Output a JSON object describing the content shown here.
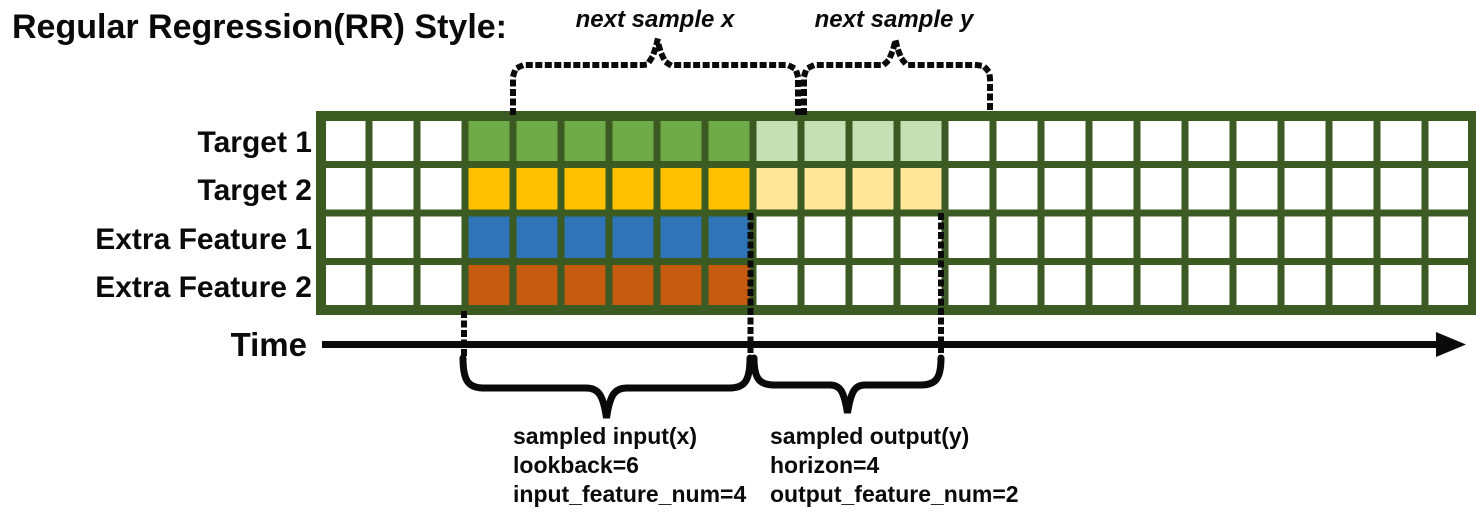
{
  "title": "Regular Regression(RR) Style:",
  "colors": {
    "grid_line": "#3C5B22",
    "empty_cell": "#FFFFFF",
    "target1_input": "#6FAC47",
    "target1_output": "#C5E0B4",
    "target2_input": "#FFC000",
    "target2_output": "#FFE699",
    "extra1_input": "#2E74B6",
    "extra2_input": "#C55A11",
    "ink": "#0A0A0A"
  },
  "grid": {
    "columns": 24,
    "input_start_col": 3,
    "rows": [
      {
        "label": "Target 1",
        "input_color": "#6FAC47",
        "output_color": "#C5E0B4"
      },
      {
        "label": "Target 2",
        "input_color": "#FFC000",
        "output_color": "#FFE699"
      },
      {
        "label": "Extra Feature 1",
        "input_color": "#2E74B6",
        "output_color": null
      },
      {
        "label": "Extra Feature 2",
        "input_color": "#C55A11",
        "output_color": null
      }
    ]
  },
  "sampling": {
    "lookback": 6,
    "horizon": 4,
    "input_feature_num": 4,
    "output_feature_num": 2
  },
  "annotations": {
    "next_sample_x": "next sample x",
    "next_sample_y": "next sample y",
    "time_label": "Time",
    "input_lines": [
      "sampled input(x)",
      "lookback=6",
      "input_feature_num=4"
    ],
    "output_lines": [
      "sampled output(y)",
      "horizon=4",
      "output_feature_num=2"
    ]
  }
}
